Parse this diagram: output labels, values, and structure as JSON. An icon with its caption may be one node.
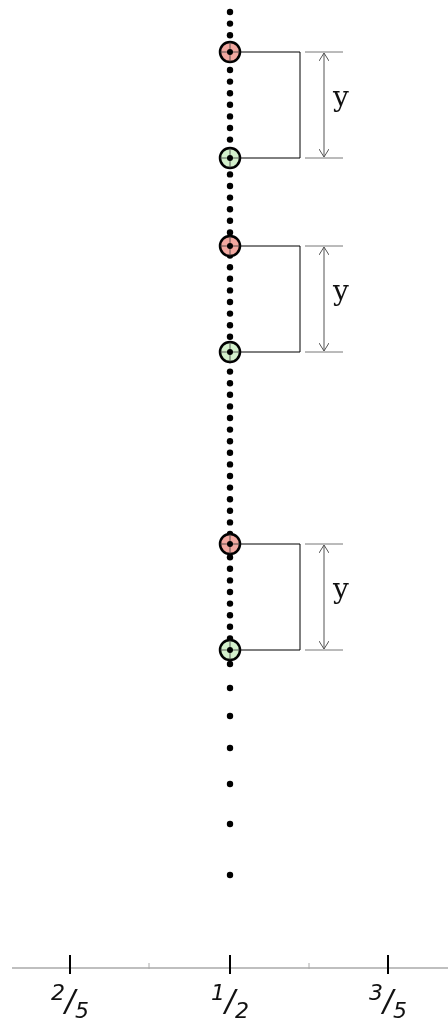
{
  "diagram": {
    "labels": [
      "y",
      "y",
      "y",
      "$^{2}$/$_{5}$",
      "$^{1}$/$_{2}$",
      "$^{3}$/$_{5}$"
    ]
  }
}
